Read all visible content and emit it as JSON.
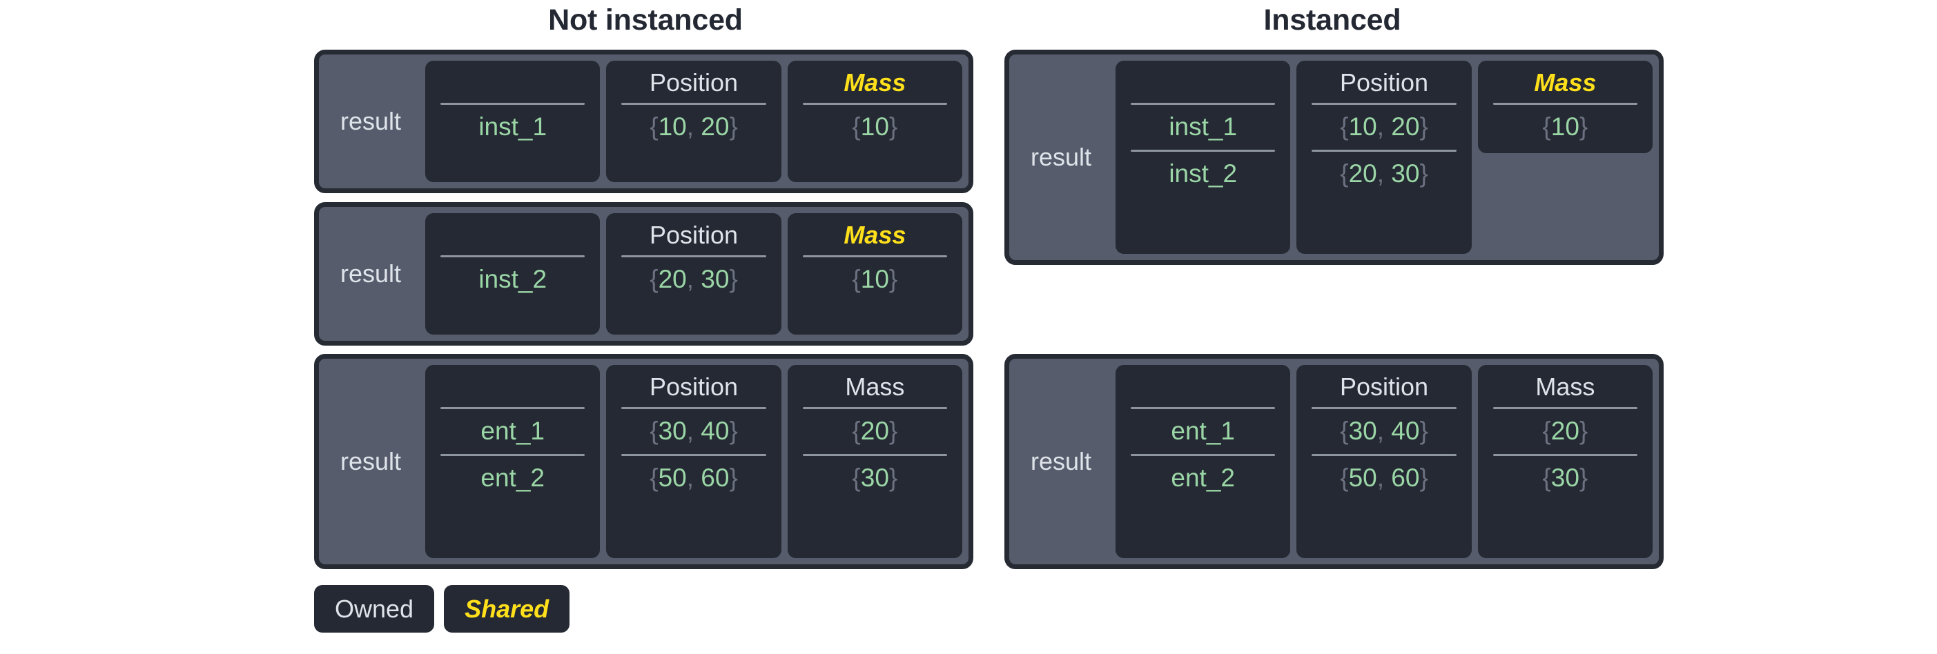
{
  "colors": {
    "panel_bg": "#565c6b",
    "panel_border": "#252a33",
    "cell_bg": "#242933",
    "owned_text": "#dfe3ea",
    "shared_text": "#ffe01b",
    "value_text": "#9bd6a6",
    "brace_text": "#6b7180",
    "rule": "#8f959f",
    "page_bg": "#ffffff",
    "title_text": "#232833"
  },
  "columns": {
    "left": {
      "title": "Not instanced"
    },
    "right": {
      "title": "Instanced"
    }
  },
  "legend": {
    "owned_label": "Owned",
    "shared_label": "Shared"
  },
  "tables": {
    "left_top": {
      "panel_label": "result",
      "headers": [
        {
          "label": "",
          "shared": false,
          "blank": true
        },
        {
          "label": "Position",
          "shared": false,
          "blank": false
        },
        {
          "label": "Mass",
          "shared": true,
          "blank": false
        }
      ],
      "rows": [
        {
          "id": "inst_1",
          "position": "{10, 20}",
          "mass": "{10}"
        }
      ]
    },
    "left_middle": {
      "panel_label": "result",
      "headers": [
        {
          "label": "",
          "shared": false,
          "blank": true
        },
        {
          "label": "Position",
          "shared": false,
          "blank": false
        },
        {
          "label": "Mass",
          "shared": true,
          "blank": false
        }
      ],
      "rows": [
        {
          "id": "inst_2",
          "position": "{20, 30}",
          "mass": "{10}"
        }
      ]
    },
    "left_bottom": {
      "panel_label": "result",
      "headers": [
        {
          "label": "",
          "shared": false,
          "blank": true
        },
        {
          "label": "Position",
          "shared": false,
          "blank": false
        },
        {
          "label": "Mass",
          "shared": false,
          "blank": false
        }
      ],
      "rows": [
        {
          "id": "ent_1",
          "position": "{30, 40}",
          "mass": "{20}"
        },
        {
          "id": "ent_2",
          "position": "{50, 60}",
          "mass": "{30}"
        }
      ]
    },
    "right_top": {
      "panel_label": "result",
      "headers": [
        {
          "label": "",
          "shared": false,
          "blank": true
        },
        {
          "label": "Position",
          "shared": false,
          "blank": false
        },
        {
          "label": "Mass",
          "shared": true,
          "blank": false
        }
      ],
      "rows": [
        {
          "id": "inst_1",
          "position": "{10, 20}"
        },
        {
          "id": "inst_2",
          "position": "{20, 30}"
        }
      ],
      "mass_values": [
        "{10}"
      ]
    },
    "right_bottom": {
      "panel_label": "result",
      "headers": [
        {
          "label": "",
          "shared": false,
          "blank": true
        },
        {
          "label": "Position",
          "shared": false,
          "blank": false
        },
        {
          "label": "Mass",
          "shared": false,
          "blank": false
        }
      ],
      "rows": [
        {
          "id": "ent_1",
          "position": "{30, 40}",
          "mass": "{20}"
        },
        {
          "id": "ent_2",
          "position": "{50, 60}",
          "mass": "{30}"
        }
      ]
    }
  }
}
